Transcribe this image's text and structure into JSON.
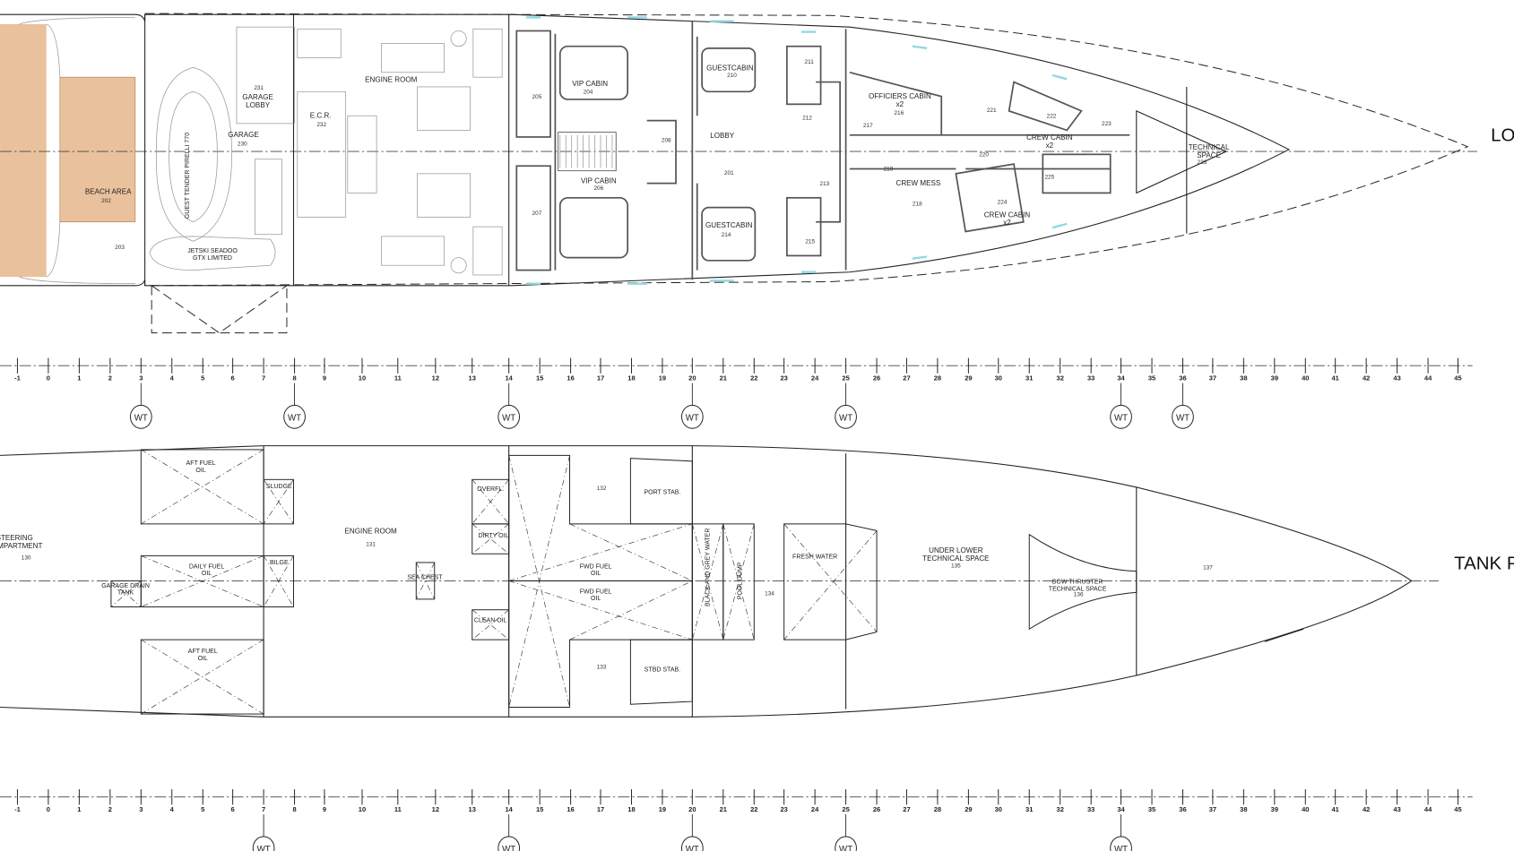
{
  "titles": {
    "lower_deck_fragment": "LO",
    "tank_plan_fragment": "TANK P"
  },
  "colors": {
    "teak": "#e9c19c",
    "glazing": "#8fd8e4",
    "line": "#222222"
  },
  "lower_deck": {
    "rooms": [
      {
        "name": "BEACH AREA",
        "num": "202"
      },
      {
        "name": "",
        "num": "203"
      },
      {
        "name": "GUEST TENDER PIRELLI 770",
        "num": ""
      },
      {
        "name": "JETSKI SEADOO GTX LIMITED",
        "num": ""
      },
      {
        "name": "GARAGE",
        "num": "230"
      },
      {
        "name": "GARAGE LOBBY",
        "num": "231"
      },
      {
        "name": "E.C.R.",
        "num": "232"
      },
      {
        "name": "ENGINE ROOM",
        "num": ""
      },
      {
        "name": "VIP CABIN",
        "num": "204"
      },
      {
        "name": "",
        "num": "205"
      },
      {
        "name": "VIP CABIN",
        "num": "206"
      },
      {
        "name": "",
        "num": "207"
      },
      {
        "name": "",
        "num": "208"
      },
      {
        "name": "LOBBY",
        "num": ""
      },
      {
        "name": "",
        "num": "201"
      },
      {
        "name": "GUESTCABIN",
        "num": "210"
      },
      {
        "name": "",
        "num": "211"
      },
      {
        "name": "",
        "num": "212"
      },
      {
        "name": "",
        "num": "213"
      },
      {
        "name": "GUESTCABIN",
        "num": "214"
      },
      {
        "name": "",
        "num": "215"
      },
      {
        "name": "OFFICIERS CABIN x2",
        "num": "216"
      },
      {
        "name": "",
        "num": "217"
      },
      {
        "name": "",
        "num": "219"
      },
      {
        "name": "CREW MESS",
        "num": "218"
      },
      {
        "name": "",
        "num": "220"
      },
      {
        "name": "",
        "num": "221"
      },
      {
        "name": "",
        "num": "222"
      },
      {
        "name": "CREW CABIN x2",
        "num": ""
      },
      {
        "name": "",
        "num": "223"
      },
      {
        "name": "CREW CABIN x2",
        "num": "224"
      },
      {
        "name": "",
        "num": "225"
      },
      {
        "name": "TECHNICAL SPACE",
        "num": "233"
      }
    ]
  },
  "tank_plan": {
    "spaces": [
      {
        "name": "STEERING COMPARTMENT",
        "num": "130"
      },
      {
        "name": "AFT FUEL OIL",
        "num": ""
      },
      {
        "name": "DAILY FUEL OIL",
        "num": ""
      },
      {
        "name": "AFT FUEL OIL",
        "num": ""
      },
      {
        "name": "GARAGE DRAIN TANK",
        "num": ""
      },
      {
        "name": "SLUDGE",
        "num": ""
      },
      {
        "name": "BILGE",
        "num": ""
      },
      {
        "name": "ENGINE ROOM",
        "num": "131"
      },
      {
        "name": "SEA CHEST",
        "num": ""
      },
      {
        "name": "OVERFL.",
        "num": ""
      },
      {
        "name": "DIRTY OIL",
        "num": ""
      },
      {
        "name": "CLEAN OIL",
        "num": ""
      },
      {
        "name": "",
        "num": "132"
      },
      {
        "name": "PORT STAB.",
        "num": ""
      },
      {
        "name": "FWD FUEL OIL",
        "num": ""
      },
      {
        "name": "FWD FUEL OIL",
        "num": ""
      },
      {
        "name": "",
        "num": "133"
      },
      {
        "name": "STBD STAB.",
        "num": ""
      },
      {
        "name": "BLACK AND GREY WATER",
        "num": ""
      },
      {
        "name": "POOL DUMP",
        "num": ""
      },
      {
        "name": "",
        "num": "134"
      },
      {
        "name": "FRESH WATER",
        "num": ""
      },
      {
        "name": "UNDER LOWER TECHNICAL SPACE",
        "num": "135"
      },
      {
        "name": "BOW THRUSTER TECHNICAL SPACE",
        "num": "136"
      },
      {
        "name": "",
        "num": "137"
      }
    ]
  },
  "frame_scale": {
    "labels": [
      "-1",
      "0",
      "1",
      "2",
      "3",
      "4",
      "5",
      "6",
      "7",
      "8",
      "9",
      "10",
      "11",
      "12",
      "13",
      "14",
      "15",
      "16",
      "17",
      "18",
      "19",
      "20",
      "21",
      "22",
      "23",
      "24",
      "25",
      "26",
      "27",
      "28",
      "29",
      "30",
      "31",
      "32",
      "33",
      "34",
      "35",
      "36",
      "37",
      "38",
      "39",
      "40",
      "41",
      "42",
      "43",
      "44",
      "45"
    ],
    "watertight_label": "WT",
    "wt_frames_upper": [
      "3",
      "8",
      "14",
      "20",
      "25",
      "34",
      "36"
    ],
    "wt_frames_lower": [
      "7",
      "14",
      "20",
      "25",
      "34"
    ]
  }
}
